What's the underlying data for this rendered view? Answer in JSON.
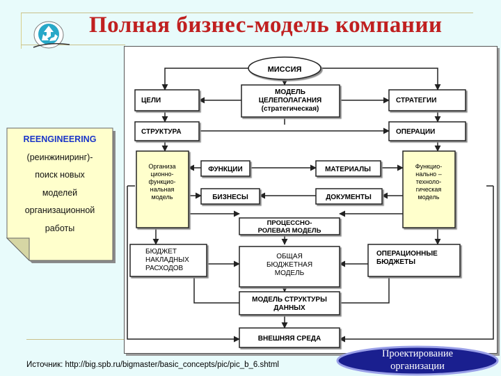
{
  "title": "Полная бизнес-модель компании",
  "note": {
    "heading": "REENGINEERING",
    "lines": [
      "(реинжиниринг)-",
      "поиск новых",
      "моделей",
      "организационной",
      "работы"
    ]
  },
  "diagram": {
    "mission": "МИССИЯ",
    "goals": "ЦЕЛИ",
    "goal_model": [
      "МОДЕЛЬ",
      "ЦЕЛЕПОЛАГАНИЯ",
      "(стратегическая)"
    ],
    "strategies": "СТРАТЕГИИ",
    "structure": "СТРУКТУРА",
    "operations": "ОПЕРАЦИИ",
    "org_functional_model": [
      "Организа",
      "ционно-",
      "функцио-",
      "нальная",
      "модель"
    ],
    "functions": "ФУНКЦИИ",
    "materials": "МАТЕРИАЛЫ",
    "func_tech_model": [
      "Функцио-",
      "нально –",
      "техноло-",
      "гическая",
      "модель"
    ],
    "business": "БИЗНЕСЫ",
    "documents": "ДОКУМЕНТЫ",
    "process_role_model": [
      "ПРОЦЕССНО-",
      "РОЛЕВАЯ МОДЕЛЬ"
    ],
    "overhead_budget": [
      "БЮДЖЕТ",
      "НАКЛАДНЫХ",
      "РАСХОДОВ"
    ],
    "general_budget_model": [
      "ОБЩАЯ",
      "БЮДЖЕТНАЯ",
      "МОДЕЛЬ"
    ],
    "operational_budgets": [
      "ОПЕРАЦИОННЫЕ",
      "БЮДЖЕТЫ"
    ],
    "data_structure_model": [
      "МОДЕЛЬ СТРУКТУРЫ",
      "ДАННЫХ"
    ],
    "external_environment": "ВНЕШНЯЯ СРЕДА"
  },
  "source": "Источник: http://big.spb.ru/bigmaster/basic_concepts/pic/pic_b_6.shtml",
  "badge": [
    "Проектирование",
    "организации"
  ],
  "colors": {
    "background": "#e8fbfb",
    "title": "#c02020",
    "note_fill": "#ffffcc",
    "note_heading": "#1a35c8",
    "model_box_fill": "#ffffcc",
    "badge_fill": "#1a1f8f",
    "badge_border": "#9aa0e8"
  }
}
